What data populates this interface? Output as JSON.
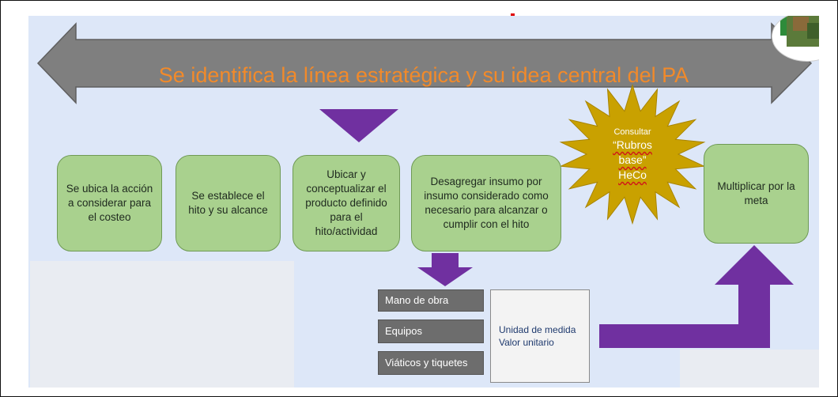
{
  "banner": {
    "text": "Se identifica la línea estratégica y su idea central del PA"
  },
  "steps": [
    {
      "label": "Se ubica la acción a considerar para el costeo"
    },
    {
      "label": "Se establece el hito y su alcance"
    },
    {
      "label": "Ubicar y conceptualizar el producto definido para el hito/actividad"
    },
    {
      "label": "Desagregar insumo por insumo considerado como necesario para alcanzar o cumplir con el hito"
    },
    {
      "label": "Multiplicar por la meta"
    }
  ],
  "star": {
    "top": "Consultar",
    "line1": "“Rubros",
    "line2": "base”",
    "line3": "HeCo"
  },
  "inputs": [
    {
      "label": "Mano de obra"
    },
    {
      "label": "Equipos"
    },
    {
      "label": "Viáticos y tiquetes"
    }
  ],
  "unit_box": {
    "line1": "Unidad de medida",
    "line2": "Valor unitario"
  },
  "colors": {
    "orange": "#f28a2a",
    "green": "#a9d18e",
    "purple": "#7030a0",
    "gold": "#c9a100",
    "gray_arrow": "#7f7f7f"
  }
}
